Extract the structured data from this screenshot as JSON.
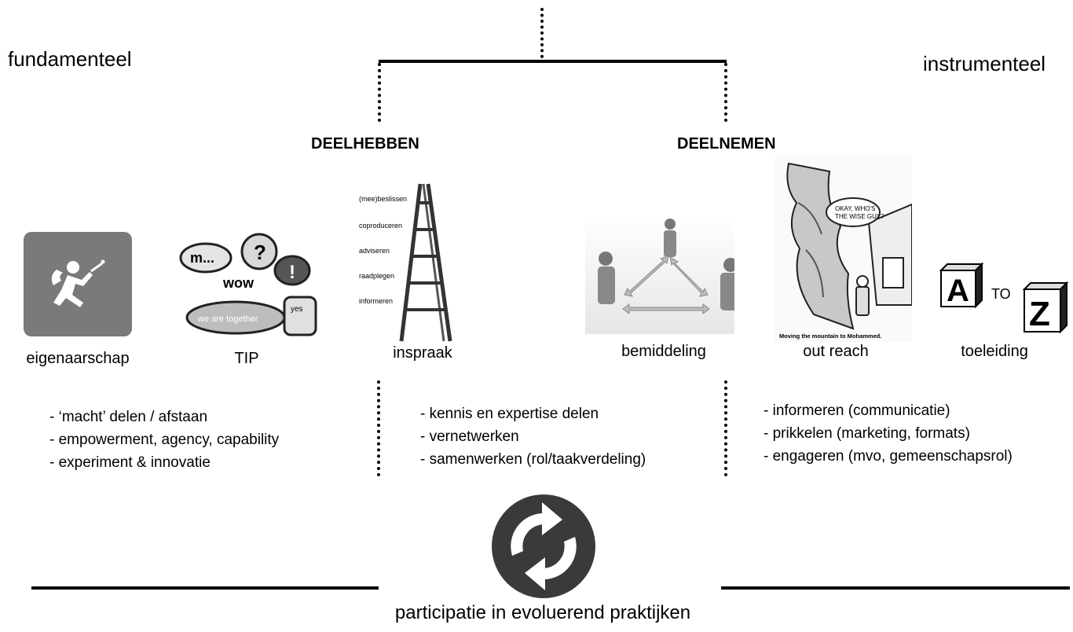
{
  "corners": {
    "left": "fundamenteel",
    "right": "instrumenteel"
  },
  "headings": {
    "left": "DEELHEBBEN",
    "right": "DEELNEMEN"
  },
  "items": [
    {
      "caption": "eigenaarschap",
      "icon": "running-thief-icon"
    },
    {
      "caption": "TIP",
      "icon": "speech-bubbles-icon"
    },
    {
      "caption": "inspraak",
      "icon": "ladder-icon"
    },
    {
      "caption": "bemiddeling",
      "icon": "mediation-figures-icon"
    },
    {
      "caption": "out reach",
      "icon": "cartoon-mountain-icon"
    },
    {
      "caption": "toeleiding",
      "icon": "a-to-z-blocks-icon"
    }
  ],
  "ladder_steps": [
    "(mee)beslissen",
    "coproduceren",
    "adviseren",
    "raadplegen",
    "informeren"
  ],
  "bubble_words": {
    "m": "m...",
    "wow": "wow",
    "q": "?",
    "x": "!",
    "we": "we are together",
    "yes": "yes"
  },
  "cartoon": {
    "speech": [
      "OKAY, WHO'S",
      "THE WISE GUY?"
    ],
    "caption": "Moving the mountain to Mohammed."
  },
  "atoz": {
    "a": "A",
    "to": "TO",
    "z": "Z"
  },
  "bullet_groups": [
    [
      "- ‘macht’ delen / afstaan",
      "- empowerment, agency, capability",
      "- experiment & innovatie"
    ],
    [
      "- kennis en expertise delen",
      "- vernetwerken",
      "- samenwerken (rol/taakverdeling)"
    ],
    [
      "- informeren (communicatie)",
      "- prikkelen (marketing, formats)",
      "- engageren (mvo, gemeenschapsrol)"
    ]
  ],
  "footer": "participatie in evoluerend praktijken",
  "colors": {
    "icon_bg": "#7a7a7a",
    "cycle_icon": "#3a3a3a"
  }
}
